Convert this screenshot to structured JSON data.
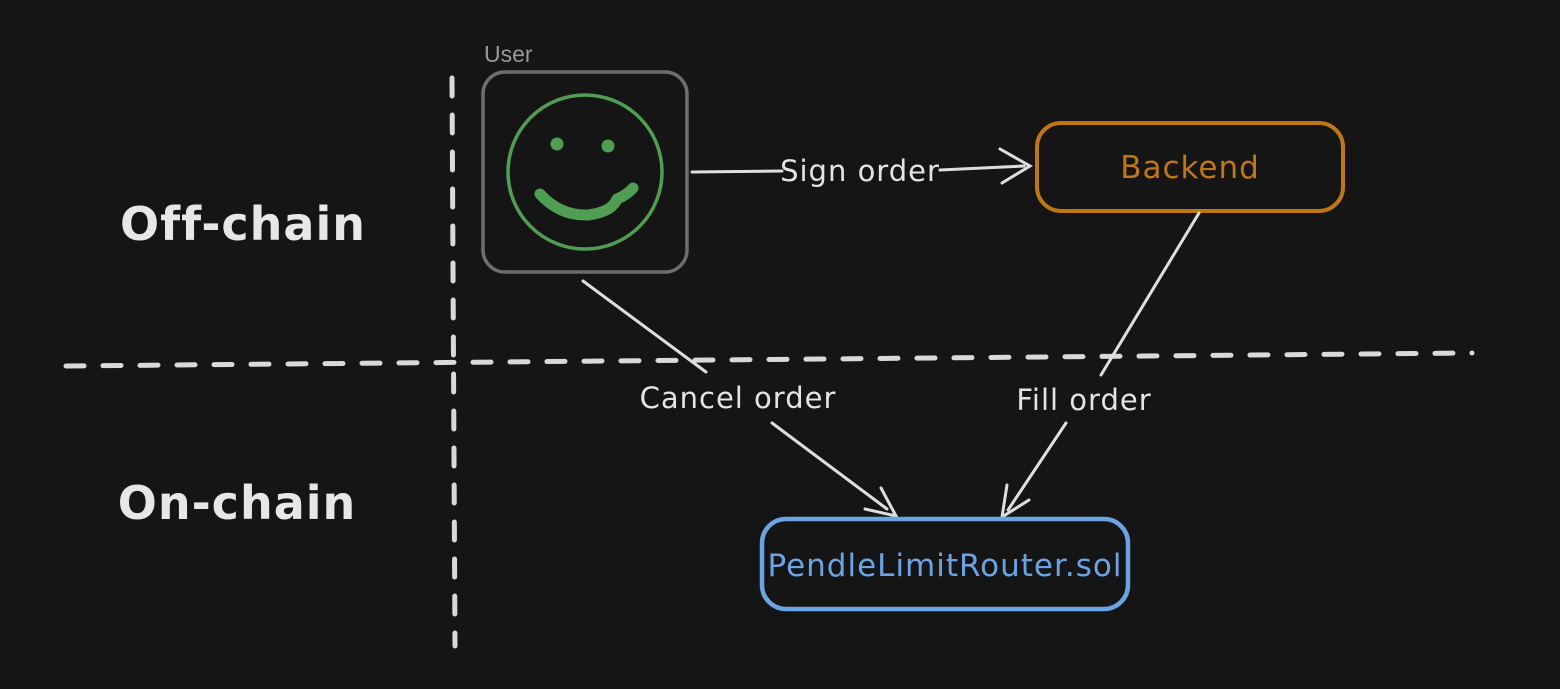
{
  "canvas": {
    "background": "#151515",
    "stroke_color": "#dedede",
    "dashed_line_color": "#d9d9d9"
  },
  "regions": {
    "off_chain_label": "Off-chain",
    "on_chain_label": "On-chain"
  },
  "nodes": {
    "user": {
      "frame_label": "User",
      "frame_label_color": "#9a9a9a",
      "border_color": "#6e6e6e",
      "smiley_color": "#4f9e51"
    },
    "backend": {
      "label": "Backend",
      "color": "#c0770f"
    },
    "pendle_limit_router": {
      "label": "PendleLimitRouter.sol",
      "color": "#6ba4e4"
    }
  },
  "edges": {
    "sign_order": {
      "label": "Sign order"
    },
    "cancel_order": {
      "label": "Cancel order"
    },
    "fill_order": {
      "label": "Fill order"
    }
  }
}
